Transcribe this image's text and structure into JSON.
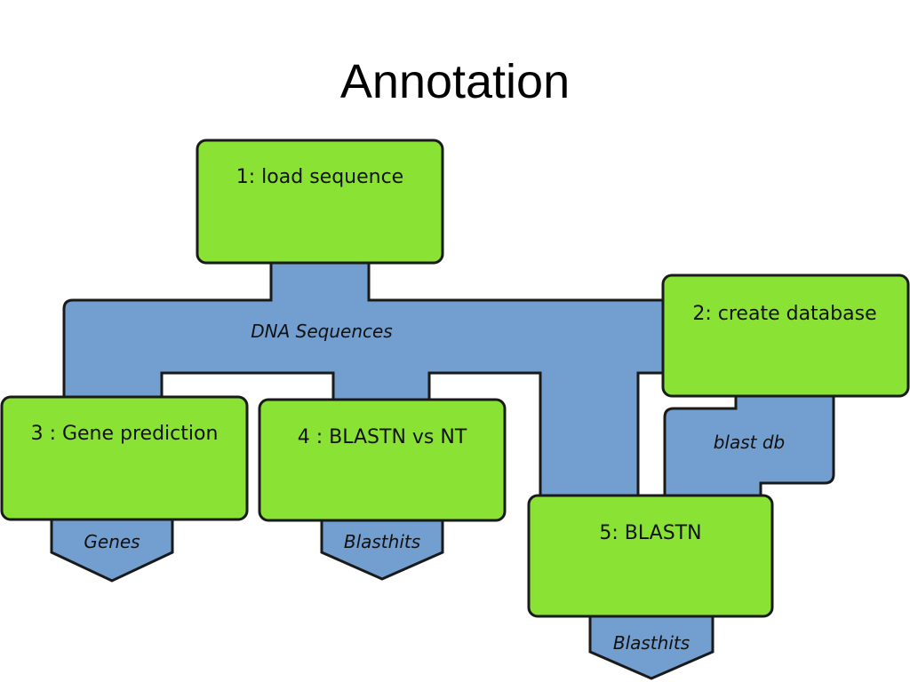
{
  "title": "Annotation",
  "colors": {
    "process_box": "#8ae234",
    "data_flow": "#729fcf"
  },
  "nodes": {
    "load_sequence": "1: load sequence",
    "create_database": "2: create database",
    "gene_prediction": "3 : Gene prediction",
    "blastn_vs_nt": "4 : BLASTN vs NT",
    "blastn": "5: BLASTN"
  },
  "data_labels": {
    "dna_sequences": "DNA Sequences",
    "blast_db": "blast db",
    "genes": "Genes",
    "blasthits_nt": "Blasthits",
    "blasthits_blastn": "Blasthits"
  }
}
